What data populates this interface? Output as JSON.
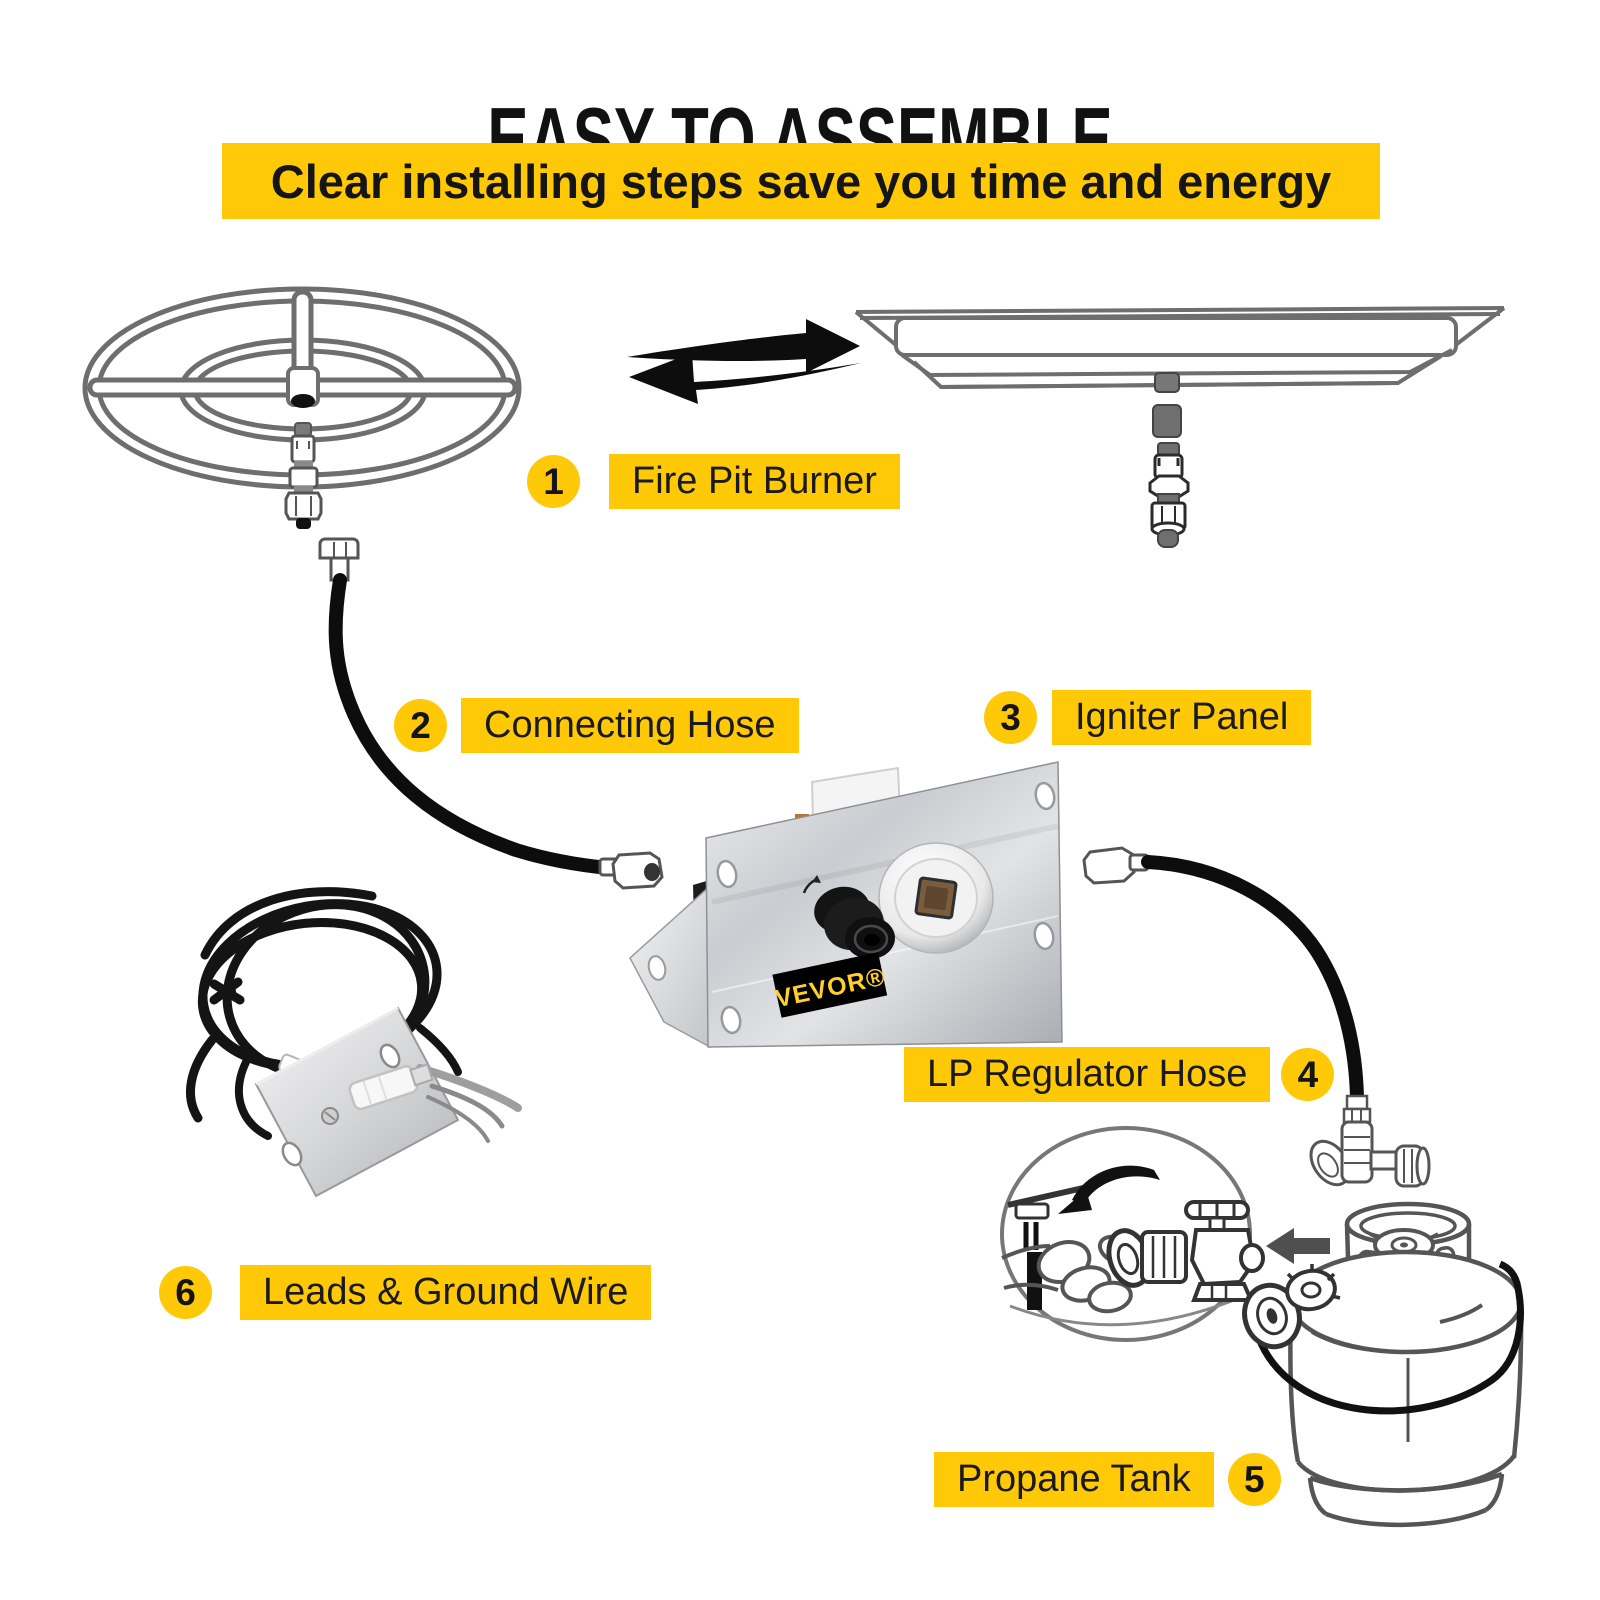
{
  "header": {
    "title": "EASY TO ASSEMBLE",
    "subtitle": "Clear installing steps save you time and energy"
  },
  "brand": {
    "logo_text": "VEVOR®"
  },
  "colors": {
    "accent_yellow": "#FFC908",
    "title_black": "#111111",
    "label_text": "#1a1a1a",
    "line_art_gray": "#6e6e6e",
    "hose_black": "#0d0d0d",
    "detail_gray": "#555555"
  },
  "parts": [
    {
      "number": "1",
      "label": "Fire Pit Burner",
      "number_position": "left"
    },
    {
      "number": "2",
      "label": "Connecting Hose",
      "number_position": "left"
    },
    {
      "number": "3",
      "label": "Igniter Panel",
      "number_position": "left"
    },
    {
      "number": "4",
      "label": "LP Regulator Hose",
      "number_position": "right"
    },
    {
      "number": "5",
      "label": "Propane Tank",
      "number_position": "right"
    },
    {
      "number": "6",
      "label": "Leads & Ground Wire",
      "number_position": "left"
    }
  ],
  "illustrations": [
    "round-fire-pit-burner",
    "rectangular-fire-pit-burner",
    "swap-arrows-icon",
    "connecting-hose",
    "igniter-panel",
    "lp-regulator-hose",
    "leads-and-ground-wire",
    "regulator-attachment-detail-bubble",
    "left-arrow-icon",
    "propane-tank"
  ]
}
